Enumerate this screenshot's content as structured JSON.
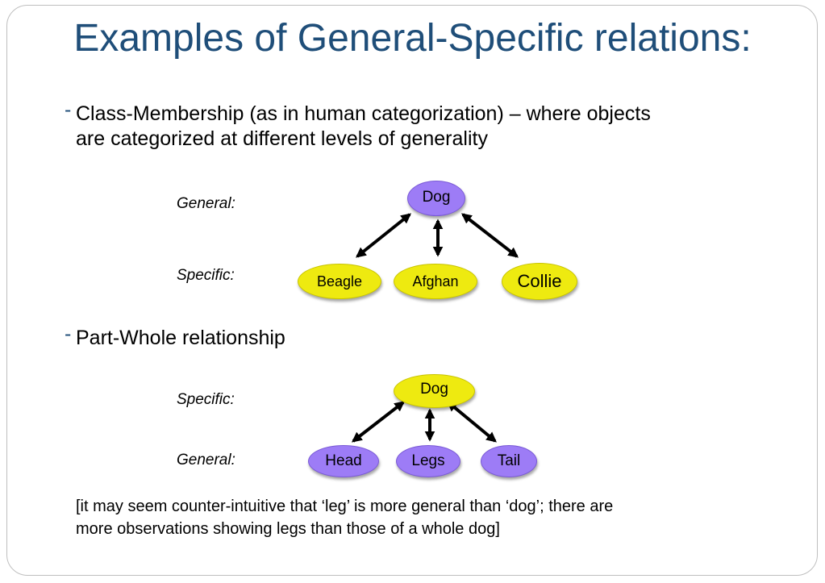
{
  "slide": {
    "title": "Examples of General-Specific relations:",
    "bullets": [
      {
        "dash": "-",
        "line1": "Class-Membership  (as in human categorization) – where objects",
        "line2": "are categorized at different levels of generality"
      },
      {
        "dash": "-",
        "line1": "Part-Whole relationship"
      }
    ],
    "diagram1": {
      "top_label": "General:",
      "bottom_label": "Specific:",
      "top_node": "Dog",
      "children": [
        "Beagle",
        "Afghan",
        "Collie"
      ]
    },
    "diagram2": {
      "top_label": "Specific:",
      "bottom_label": "General:",
      "top_node": "Dog",
      "children": [
        "Head",
        "Legs",
        "Tail"
      ]
    },
    "note_line1": "[it may seem counter-intuitive that ‘leg’ is more general than ‘dog’; there are",
    "note_line2": "more observations showing legs than those of a whole dog]"
  },
  "colors": {
    "title": "#1f4e79",
    "node_purple": "#9d7cf6",
    "node_yellow": "#eeea10",
    "arrow": "#000000"
  }
}
